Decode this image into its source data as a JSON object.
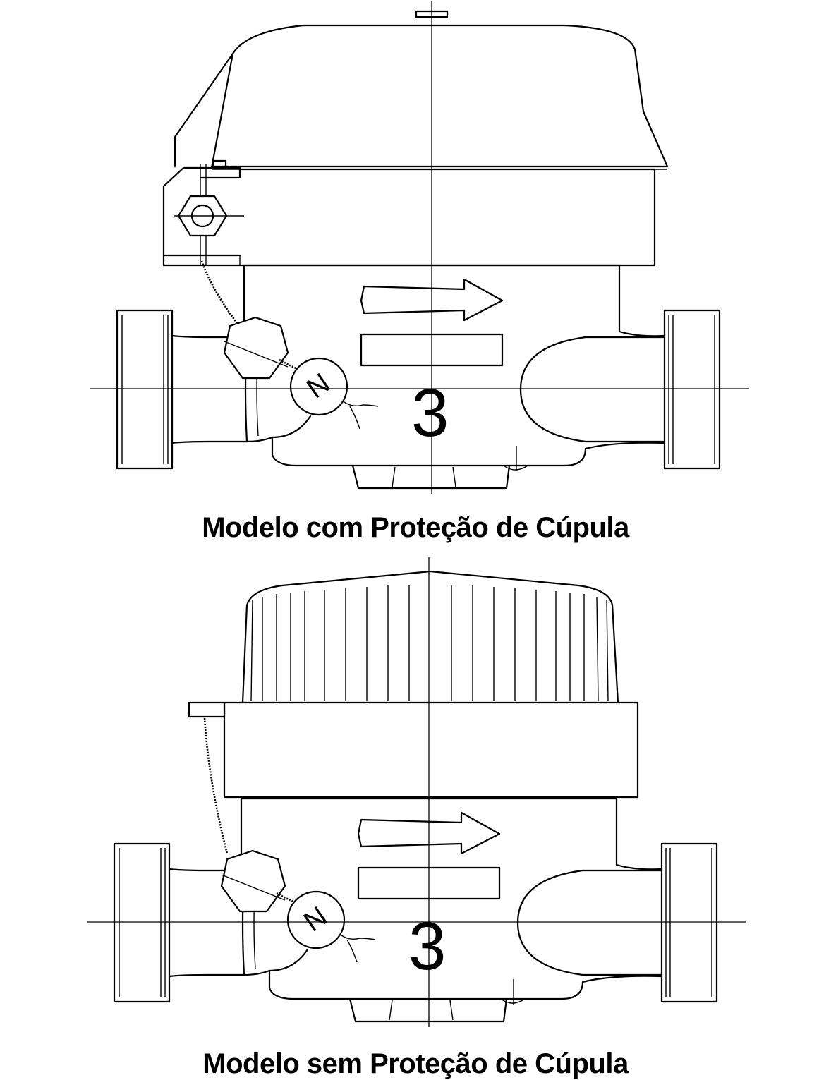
{
  "figure": {
    "top_meter": {
      "caption": "Modelo com Proteção de Cúpula",
      "register_digit": "3",
      "seal_letter": "N"
    },
    "bottom_meter": {
      "caption": "Modelo sem Proteção de Cúpula",
      "register_digit": "3",
      "seal_letter": "N"
    },
    "line_color": "#000000",
    "background_color": "#ffffff"
  }
}
